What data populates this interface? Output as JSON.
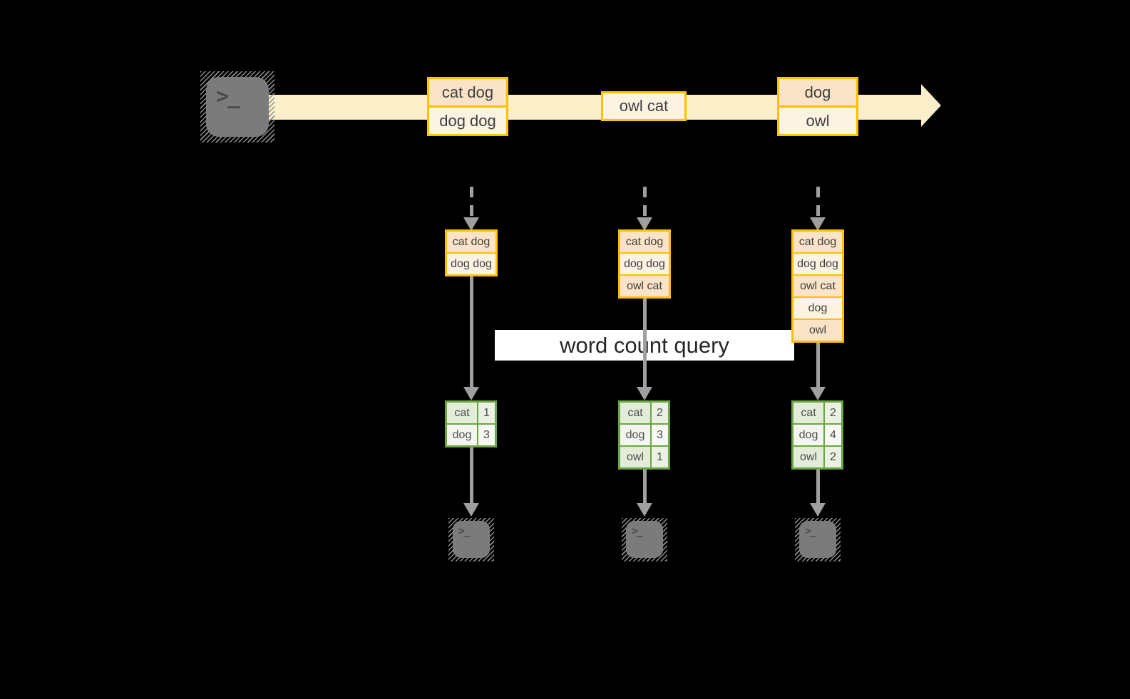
{
  "colors": {
    "background": "#000000",
    "stream_band": "#FBEFC9",
    "event_border": "#FFC000",
    "event_fill_dark": "#FAE3C6",
    "event_fill_light": "#FDF3E3",
    "table_border": "#6CA644",
    "table_fill_dark": "#E2ECD8",
    "table_fill_light": "#F2F6EE",
    "arrow_gray": "#9F9F9F",
    "terminal_gray": "#7B7B7B",
    "query_bar_background": "#FFFFFF"
  },
  "source_terminal": {
    "glyph": ">_"
  },
  "stream": {
    "events": [
      {
        "rows": [
          "cat dog",
          "dog dog"
        ]
      },
      {
        "rows": [
          "owl cat"
        ]
      },
      {
        "rows": [
          "dog",
          "owl"
        ]
      }
    ]
  },
  "query_bar": {
    "label": "word count query"
  },
  "pipelines": [
    {
      "buffer": [
        "cat dog",
        "dog dog"
      ],
      "counts": [
        {
          "word": "cat",
          "value": "1"
        },
        {
          "word": "dog",
          "value": "3"
        }
      ],
      "terminal_glyph": ">_"
    },
    {
      "buffer": [
        "cat dog",
        "dog dog",
        "owl cat"
      ],
      "counts": [
        {
          "word": "cat",
          "value": "2"
        },
        {
          "word": "dog",
          "value": "3"
        },
        {
          "word": "owl",
          "value": "1"
        }
      ],
      "terminal_glyph": ">_"
    },
    {
      "buffer": [
        "cat dog",
        "dog dog",
        "owl cat",
        "dog",
        "owl"
      ],
      "counts": [
        {
          "word": "cat",
          "value": "2"
        },
        {
          "word": "dog",
          "value": "4"
        },
        {
          "word": "owl",
          "value": "2"
        }
      ],
      "terminal_glyph": ">_"
    }
  ]
}
